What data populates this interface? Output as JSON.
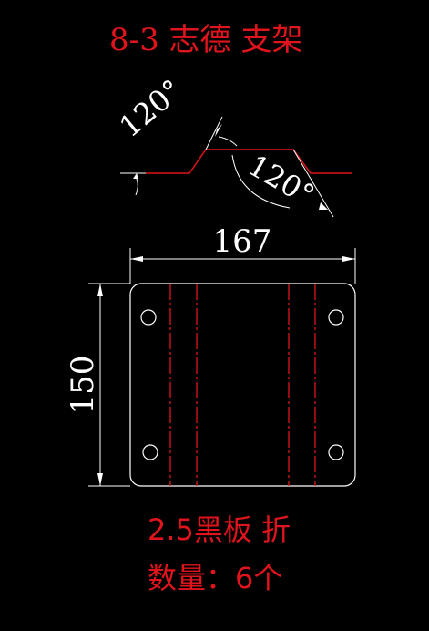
{
  "title": "8-3 志德 支架",
  "bend_angle_left": "120°",
  "bend_angle_right": "120°",
  "width_dimension": "167",
  "height_dimension": "150",
  "material_note": "2.5黑板 折",
  "quantity_note": "数量：6个",
  "colors": {
    "background": "#000000",
    "outline": "#ffffff",
    "annotation": "#e0141c",
    "bend_line": "#e0141c"
  }
}
